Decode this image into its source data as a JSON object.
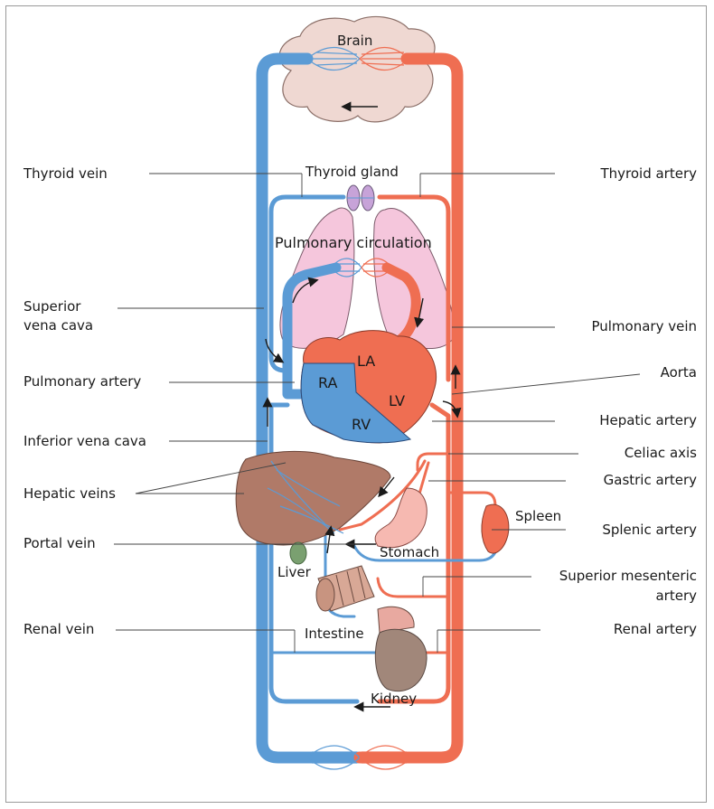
{
  "colors": {
    "vein": "#5b9bd5",
    "artery": "#ef6e52",
    "brain": "#efd8d2",
    "lung": "#f5c6dc",
    "liver": "#b07a68",
    "kidney": "#a1877a",
    "text": "#1a1a1a"
  },
  "organs": {
    "brain": "Brain",
    "thyroid": "Thyroid gland",
    "pulmonary": "Pulmonary circulation",
    "ra": "RA",
    "la": "LA",
    "rv": "RV",
    "lv": "LV",
    "liver": "Liver",
    "stomach": "Stomach",
    "spleen": "Spleen",
    "intestine": "Intestine",
    "kidney": "Kidney"
  },
  "left_labels": {
    "thyroid_vein": "Thyroid vein",
    "svc_line1": "Superior",
    "svc_line2": "vena cava",
    "pulmonary_artery": "Pulmonary artery",
    "ivc": "Inferior vena cava",
    "hepatic_veins": "Hepatic veins",
    "portal_vein": "Portal vein",
    "renal_vein": "Renal vein"
  },
  "right_labels": {
    "thyroid_artery": "Thyroid artery",
    "pulmonary_vein": "Pulmonary vein",
    "aorta": "Aorta",
    "hepatic_artery": "Hepatic artery",
    "celiac_axis": "Celiac axis",
    "gastric_artery": "Gastric artery",
    "splenic_artery": "Splenic artery",
    "sma_line1": "Superior mesenteric",
    "sma_line2": "artery",
    "renal_artery": "Renal artery"
  }
}
